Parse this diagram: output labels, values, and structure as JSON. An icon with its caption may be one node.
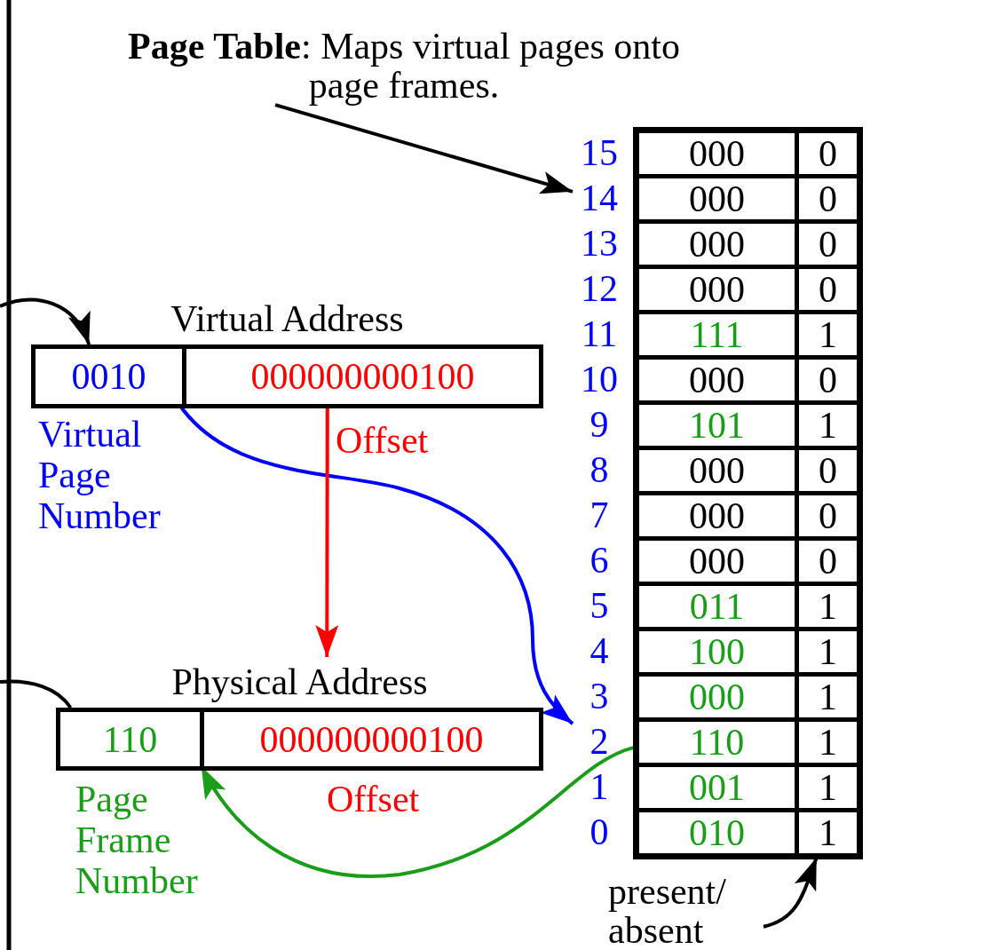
{
  "diagram": {
    "nodes": [
      {
        "text": [
          "**Page Table**: Maps virtual pages onto page frames."
        ]
      },
      {
        "text": [],
        "shape": "box"
      },
      {
        "text": [
          "000"
        ],
        "in": 1
      },
      {
        "text": [
          "0"
        ],
        "in": 1
      },
      {
        "text": [
          "000"
        ],
        "in": 1
      },
      {
        "text": [
          "0"
        ],
        "in": 1
      },
      {
        "text": [
          "000"
        ],
        "in": 1
      },
      {
        "text": [
          "0"
        ],
        "in": 1
      },
      {
        "text": [
          "000"
        ],
        "in": 1
      },
      {
        "text": [
          "0"
        ],
        "in": 1
      },
      {
        "text": [
          "111"
        ],
        "in": 1
      },
      {
        "text": [
          "1"
        ],
        "in": 1
      },
      {
        "text": [
          "000"
        ],
        "in": 1
      },
      {
        "text": [
          "0"
        ],
        "in": 1
      },
      {
        "text": [
          "101"
        ],
        "in": 1
      },
      {
        "text": [
          "1"
        ],
        "in": 1
      },
      {
        "text": [
          "000"
        ],
        "in": 1
      },
      {
        "text": [
          "0"
        ],
        "in": 1
      },
      {
        "text": [
          "000"
        ],
        "in": 1
      },
      {
        "text": [
          "0"
        ],
        "in": 1
      },
      {
        "text": [
          "000"
        ],
        "in": 1
      },
      {
        "text": [
          "0"
        ],
        "in": 1
      },
      {
        "text": [
          "011"
        ],
        "in": 1
      },
      {
        "text": [
          "1"
        ],
        "in": 1
      },
      {
        "text": [
          "100"
        ],
        "in": 1
      },
      {
        "text": [
          "1"
        ],
        "in": 1
      },
      {
        "text": [
          "000"
        ],
        "in": 1
      },
      {
        "text": [
          "1"
        ],
        "in": 1
      },
      {
        "text": [
          "110"
        ],
        "in": 1
      },
      {
        "text": [
          "1"
        ],
        "in": 1
      },
      {
        "text": [
          "001"
        ],
        "in": 1
      },
      {
        "text": [
          "1"
        ],
        "in": 1
      },
      {
        "text": [
          "010"
        ],
        "in": 1
      },
      {
        "text": [
          "1"
        ],
        "in": 1
      },
      {
        "text": [
          "15"
        ]
      },
      {
        "text": [
          "14"
        ]
      },
      {
        "text": [
          "13"
        ]
      },
      {
        "text": [
          "12"
        ]
      },
      {
        "text": [
          "11"
        ]
      },
      {
        "text": [
          "10"
        ]
      },
      {
        "text": [
          "9"
        ]
      },
      {
        "text": [
          "8"
        ]
      },
      {
        "text": [
          "7"
        ]
      },
      {
        "text": [
          "6"
        ]
      },
      {
        "text": [
          "5"
        ]
      },
      {
        "text": [
          "4"
        ]
      },
      {
        "text": [
          "3"
        ]
      },
      {
        "text": [
          "2"
        ]
      },
      {
        "text": [
          "1"
        ]
      },
      {
        "text": [
          "0"
        ]
      },
      {
        "text": [
          "Virtual Address"
        ]
      },
      {
        "text": [
          "0010"
        ],
        "in": 50,
        "beside": [
          "Virtual Page Number"
        ]
      },
      {
        "text": [
          "000000000100"
        ],
        "in": 50
      },
      {
        "text": [
          "Physical Address"
        ]
      },
      {
        "text": [
          "110"
        ],
        "in": 53,
        "beside": [
          "Page Frame Number"
        ]
      },
      {
        "text": [
          "000000000100"
        ],
        "in": 53,
        "beside": [
          "Offset"
        ]
      },
      {
        "text": [
          "present/ absent"
        ]
      }
    ],
    "edges": [
      {
        "from": 0,
        "to": 35,
        "arrow": "to"
      },
      {
        "from": null,
        "to": 50,
        "arrow": "to"
      },
      {
        "from": null,
        "to": 53,
        "arrow": "none"
      },
      {
        "from": 51,
        "to": 47,
        "arrow": "to",
        "color": "#0000ff"
      },
      {
        "from": 28,
        "to": 54,
        "arrow": "to",
        "color": "#1a9e1a"
      },
      {
        "from": 52,
        "to": 53,
        "arrow": "to",
        "color": "#ff0000",
        "label": "Offset"
      },
      {
        "from": 56,
        "to": 33,
        "arrow": "to"
      }
    ]
  }
}
